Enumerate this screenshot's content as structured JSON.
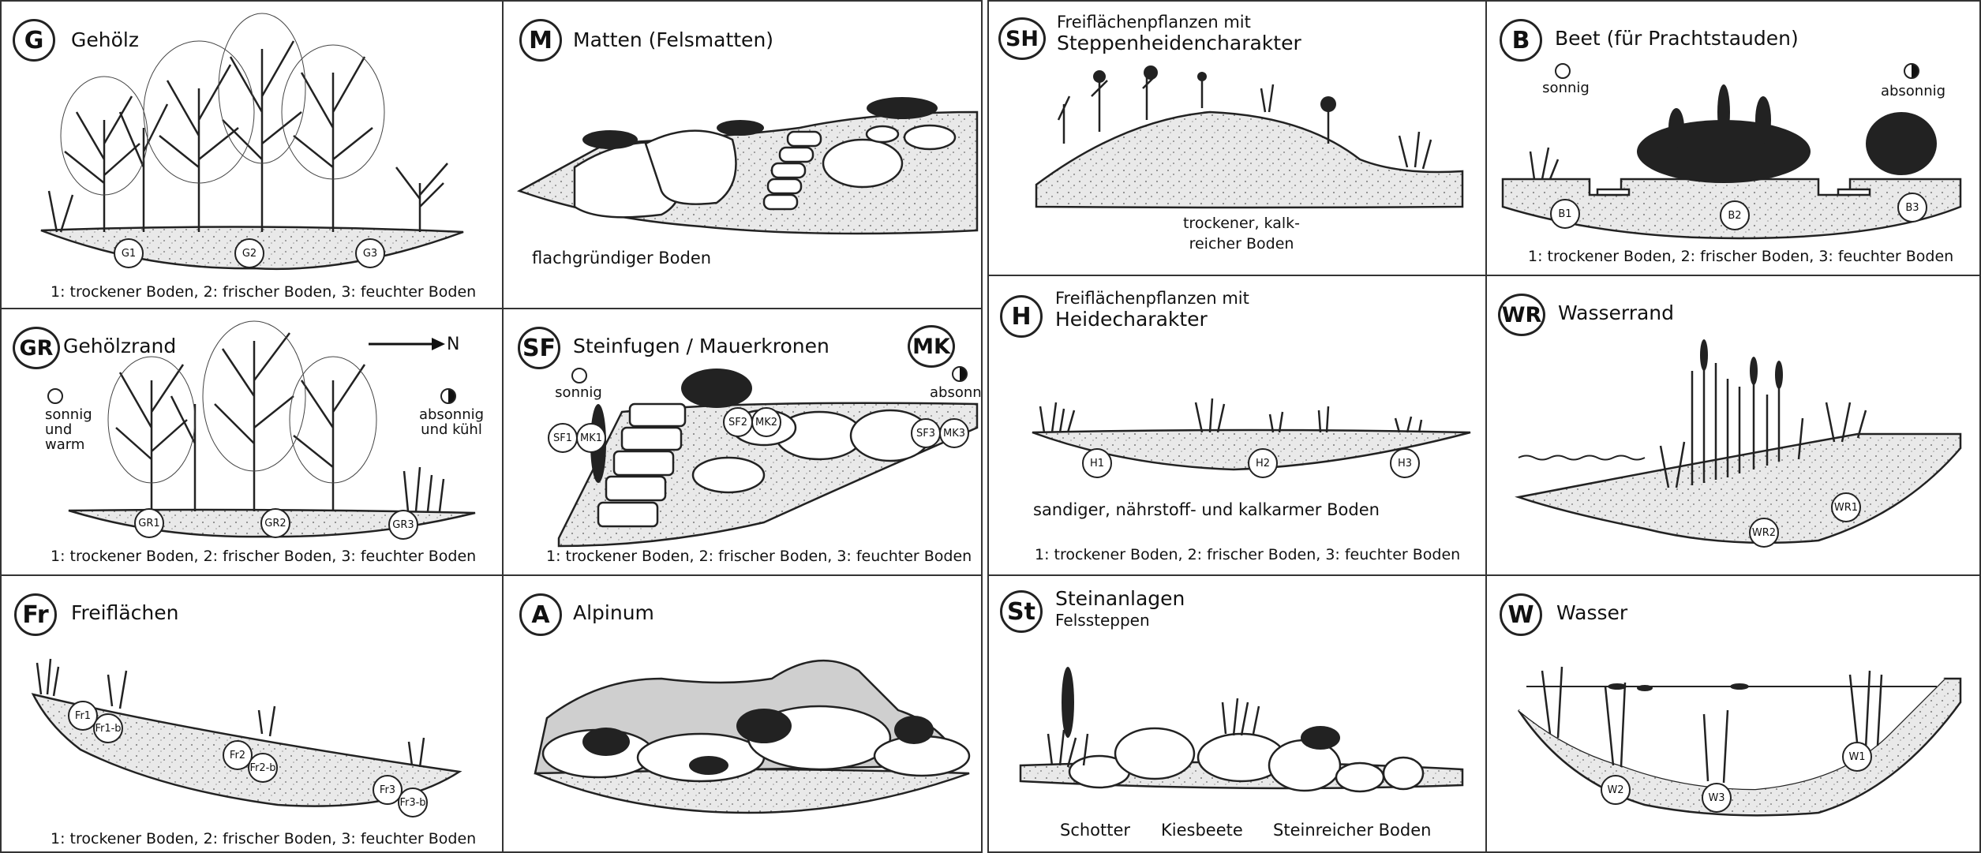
{
  "panels": {
    "G": {
      "badge": "G",
      "title": "Gehölz",
      "tags": [
        "G1",
        "G2",
        "G3"
      ],
      "caption": "1: trockener Boden, 2: frischer Boden, 3: feuchter Boden"
    },
    "M": {
      "badge": "M",
      "title": "Matten (Felsmatten)",
      "note": "flachgründiger Boden"
    },
    "SH": {
      "badge": "SH",
      "title": "Freiflächenpflanzen mit",
      "subtitle": "Steppenheidencharakter",
      "note1": "trockener, kalk-",
      "note2": "reicher Boden"
    },
    "B": {
      "badge": "B",
      "title": "Beet (für Prachtstauden)",
      "sun": "sonnig",
      "shade": "absonnig",
      "tags": [
        "B1",
        "B2",
        "B3"
      ],
      "caption": "1: trockener Boden, 2: frischer Boden, 3: feuchter Boden"
    },
    "GR": {
      "badge": "GR",
      "title": "Gehölzrand",
      "arrow": "N",
      "sun1": "sonnig",
      "sun2": "und",
      "sun3": "warm",
      "shade1": "absonnig",
      "shade2": "und kühl",
      "tags": [
        "GR1",
        "GR2",
        "GR3"
      ],
      "caption": "1: trockener Boden, 2: frischer Boden, 3: feuchter Boden"
    },
    "SF": {
      "badge": "SF",
      "title": "Steinfugen / Mauerkronen",
      "badge2": "MK",
      "sun": "sonnig",
      "shade": "absonn",
      "tags": [
        "SF1",
        "MK1",
        "SF2",
        "MK2",
        "SF3",
        "MK3"
      ],
      "caption": "1: trockener Boden, 2: frischer Boden, 3: feuchter Boden"
    },
    "H": {
      "badge": "H",
      "title": "Freiflächenpflanzen mit",
      "subtitle": "Heidecharakter",
      "tags": [
        "H1",
        "H2",
        "H3"
      ],
      "note": "sandiger, nährstoff- und kalkarmer Boden",
      "caption": "1: trockener Boden, 2: frischer Boden, 3: feuchter Boden"
    },
    "WR": {
      "badge": "WR",
      "title": "Wasserrand",
      "tags": [
        "WR1",
        "WR2"
      ]
    },
    "Fr": {
      "badge": "Fr",
      "title": "Freiflächen",
      "tags": [
        "Fr1",
        "Fr1-b",
        "Fr2",
        "Fr2-b",
        "Fr3",
        "Fr3-b"
      ],
      "caption": "1: trockener Boden, 2: frischer Boden, 3: feuchter Boden"
    },
    "A": {
      "badge": "A",
      "title": "Alpinum"
    },
    "St": {
      "badge": "St",
      "title": "Steinanlagen",
      "subtitle": "Felssteppen",
      "labels": [
        "Schotter",
        "Kiesbeete",
        "Steinreicher Boden"
      ]
    },
    "W": {
      "badge": "W",
      "title": "Wasser",
      "tags": [
        "W1",
        "W2",
        "W3"
      ]
    }
  },
  "colors": {
    "line": "#222222",
    "border": "#333333",
    "accent": "#9bbf6b"
  }
}
